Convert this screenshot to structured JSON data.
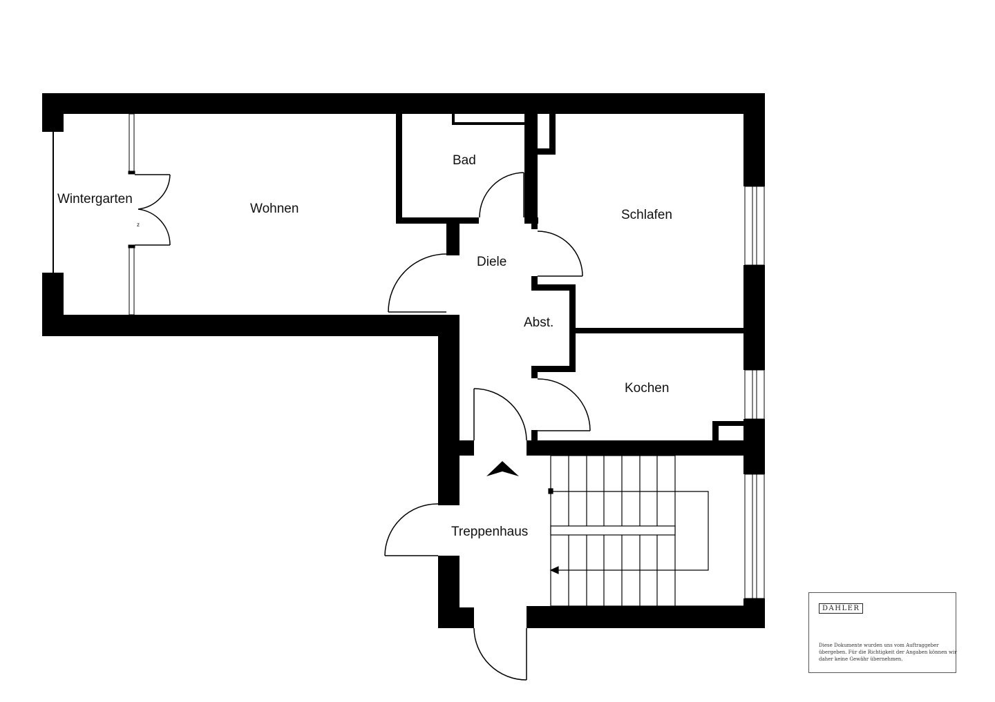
{
  "floorplan": {
    "rooms": [
      {
        "id": "wintergarten",
        "label": "Wintergarten"
      },
      {
        "id": "wohnen",
        "label": "Wohnen"
      },
      {
        "id": "bad",
        "label": "Bad"
      },
      {
        "id": "diele",
        "label": "Diele"
      },
      {
        "id": "schlafen",
        "label": "Schlafen"
      },
      {
        "id": "abst",
        "label": "Abst."
      },
      {
        "id": "kochen",
        "label": "Kochen"
      },
      {
        "id": "treppenhaus",
        "label": "Treppenhaus"
      }
    ],
    "marks": {
      "wintergarten_door_mark": "z"
    },
    "colors": {
      "wall": "#000000",
      "background": "#ffffff",
      "line": "#000000"
    }
  },
  "disclaimer": {
    "brand": "DAHLER",
    "text": "Diese Dokumente wurden uns vom Auftraggeber übergeben. Für die Richtigkeit der Angaben können wir daher keine Gewähr übernehmen."
  }
}
